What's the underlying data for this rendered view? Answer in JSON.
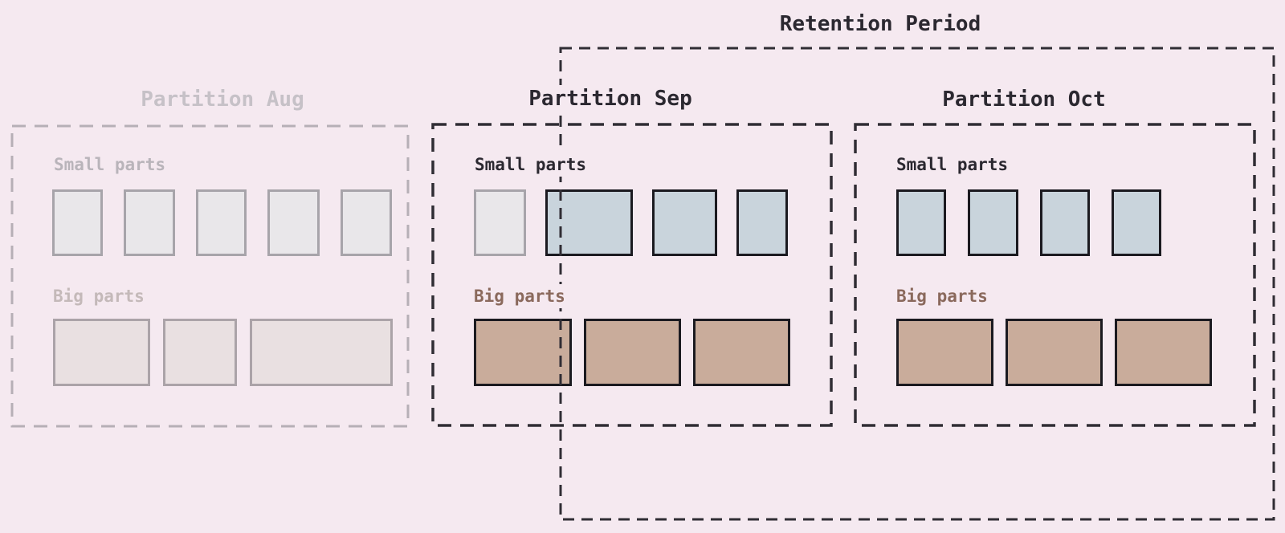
{
  "retention": {
    "label": "Retention Period"
  },
  "partitions": [
    {
      "title": "Partition Aug",
      "small_label": "Small parts",
      "big_label": "Big parts",
      "state": "expired",
      "small_parts": [
        {
          "w": 63,
          "type": "small",
          "state": "faded"
        },
        {
          "w": 64,
          "type": "small",
          "state": "faded"
        },
        {
          "w": 63,
          "type": "small",
          "state": "faded"
        },
        {
          "w": 65,
          "type": "small",
          "state": "faded"
        },
        {
          "w": 64,
          "type": "small",
          "state": "faded"
        }
      ],
      "big_parts": [
        {
          "w": 121,
          "type": "big",
          "state": "faded"
        },
        {
          "w": 92,
          "type": "big",
          "state": "faded"
        },
        {
          "w": 178,
          "type": "big",
          "state": "faded"
        }
      ]
    },
    {
      "title": "Partition Sep",
      "small_label": "Small parts",
      "big_label": "Big parts",
      "state": "retained",
      "small_parts": [
        {
          "w": 65,
          "type": "small",
          "state": "faded"
        },
        {
          "w": 109,
          "type": "small",
          "state": "active"
        },
        {
          "w": 81,
          "type": "small",
          "state": "active"
        },
        {
          "w": 64,
          "type": "small",
          "state": "active"
        }
      ],
      "big_parts": [
        {
          "w": 122,
          "type": "big",
          "state": "active"
        },
        {
          "w": 121,
          "type": "big",
          "state": "active"
        },
        {
          "w": 121,
          "type": "big",
          "state": "active"
        }
      ]
    },
    {
      "title": "Partition Oct",
      "small_label": "Small parts",
      "big_label": "Big parts",
      "state": "retained",
      "small_parts": [
        {
          "w": 62,
          "type": "small",
          "state": "active"
        },
        {
          "w": 63,
          "type": "small",
          "state": "active"
        },
        {
          "w": 62,
          "type": "small",
          "state": "active"
        },
        {
          "w": 62,
          "type": "small",
          "state": "active"
        }
      ],
      "big_parts": [
        {
          "w": 121,
          "type": "big",
          "state": "active"
        },
        {
          "w": 121,
          "type": "big",
          "state": "active"
        },
        {
          "w": 121,
          "type": "big",
          "state": "active"
        }
      ]
    }
  ],
  "colors": {
    "bg": "#f5e9f0",
    "ink": "#2b2830",
    "dash-dark": "#302d34",
    "dash-light": "#b6afb6",
    "muted-title": "#c6c1c7",
    "muted-label": "#b9b4ba",
    "muted-big-label": "#c4b9b9",
    "brown-label": "#8a695c",
    "small-active-fill": "#c9d4dc",
    "small-faded-fill": "#e9e7ea",
    "small-faded-border": "#a7a4aa",
    "big-active-fill": "#c9ac9b",
    "big-faded-fill": "#e9e0e1",
    "big-faded-border": "#aba3a8",
    "part-border-dark": "#1b1a20"
  }
}
